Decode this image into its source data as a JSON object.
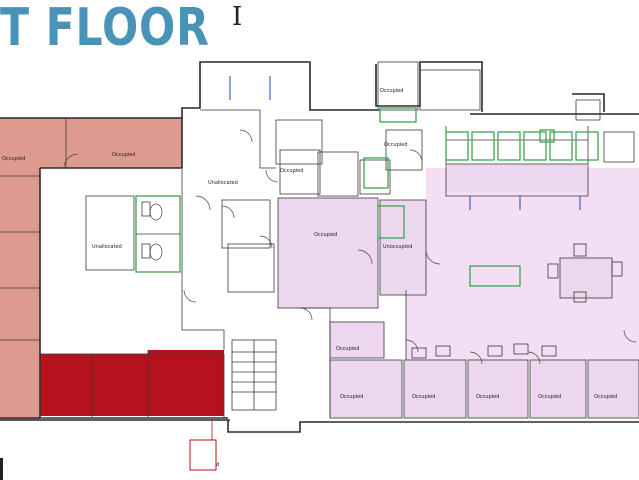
{
  "header": {
    "title": "T FLOOR",
    "north_symbol": "I"
  },
  "labels": {
    "occupied": "Occupied",
    "unallocated": "Unallocated",
    "unoccupied": "Unoccupied"
  },
  "colors": {
    "occupied_salmon": "#df9a8f",
    "occupied_red": "#b5121b",
    "office_lavender": "#ecd7ef",
    "hall_lavender": "#f3def4",
    "sink_green": "#3ea34f",
    "title_blue": "#4a93b8"
  }
}
